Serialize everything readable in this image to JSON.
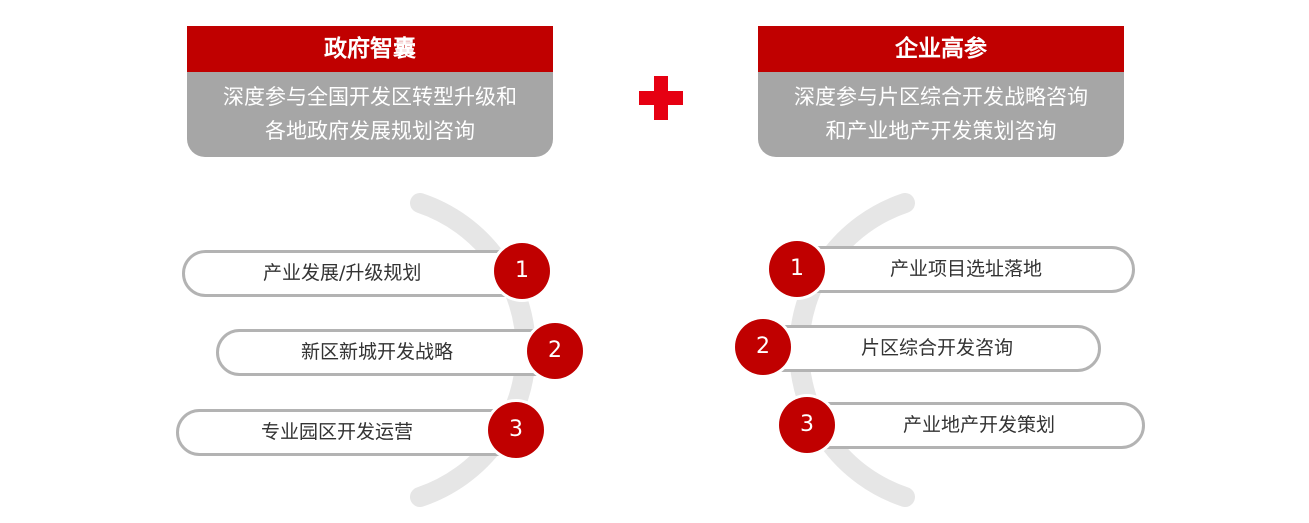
{
  "left": {
    "title": "政府智囊",
    "desc_line1": "深度参与全国开发区转型升级和",
    "desc_line2": "各地政府发展规划咨询",
    "items": [
      {
        "num": "1",
        "label": "产业发展/升级规划"
      },
      {
        "num": "2",
        "label": "新区新城开发战略"
      },
      {
        "num": "3",
        "label": "专业园区开发运营"
      }
    ]
  },
  "right": {
    "title": "企业高参",
    "desc_line1": "深度参与片区综合开发战略咨询",
    "desc_line2": "和产业地产开发策划咨询",
    "items": [
      {
        "num": "1",
        "label": "产业项目选址落地"
      },
      {
        "num": "2",
        "label": "片区综合开发咨询"
      },
      {
        "num": "3",
        "label": "产业地产开发策划"
      }
    ]
  },
  "colors": {
    "accent": "#c00000",
    "plus": "#e60012",
    "gray": "#a6a6a6",
    "pill_border": "#b3b3b3",
    "arc": "#e6e6e6"
  }
}
